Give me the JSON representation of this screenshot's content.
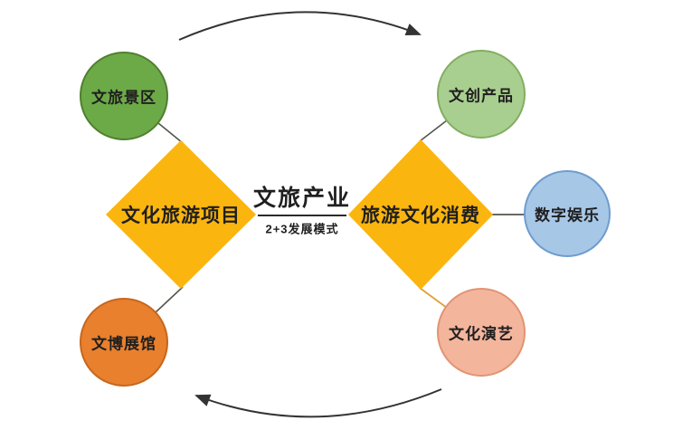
{
  "center": {
    "title": "文旅产业",
    "subtitle": "2+3发展模式"
  },
  "diamonds": [
    {
      "label": "文化旅游项目",
      "fill": "#FBB50F"
    },
    {
      "label": "旅游文化消费",
      "fill": "#FBB50F"
    }
  ],
  "circles": [
    {
      "label": "文旅景区",
      "fill": "#6CAA47",
      "border": "#4F7F2E"
    },
    {
      "label": "文博展馆",
      "fill": "#E8802E",
      "border": "#C7661C"
    },
    {
      "label": "文创产品",
      "fill": "#A9CF90",
      "border": "#82AE60"
    },
    {
      "label": "数字娱乐",
      "fill": "#A7C7E7",
      "border": "#6E9CCF"
    },
    {
      "label": "文化演艺",
      "fill": "#F4B59D",
      "border": "#E19473"
    }
  ],
  "lines": {
    "connector_color": "#55554E",
    "connector_orange": "#DFA23E",
    "divider_color": "#2A2A2A",
    "arrow_color": "#333333"
  }
}
